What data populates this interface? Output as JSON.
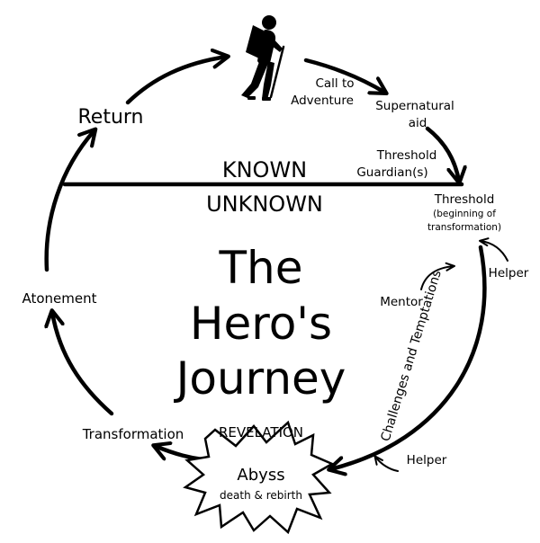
{
  "title_lines": [
    "The",
    "Hero's",
    "Journey"
  ],
  "divider": {
    "known": "KNOWN",
    "unknown": "UNKNOWN"
  },
  "stages": {
    "call": [
      "Call to",
      "Adventure"
    ],
    "supernatural": [
      "Supernatural",
      "aid"
    ],
    "guardian": [
      "Threshold",
      "Guardian(s)"
    ],
    "threshold": [
      "Threshold",
      "(beginning of",
      "transformation)"
    ],
    "helper_top": "Helper",
    "mentor": "Mentor",
    "challenges": "Challenges and Temptations",
    "helper_bottom": "Helper",
    "revelation": "REVELATION",
    "abyss": "Abyss",
    "death_rebirth": "death & rebirth",
    "transformation": "Transformation",
    "atonement": "Atonement",
    "return": "Return"
  },
  "icons": [
    "hiker-icon"
  ],
  "colors": {
    "ink": "#000000",
    "background": "#ffffff"
  }
}
